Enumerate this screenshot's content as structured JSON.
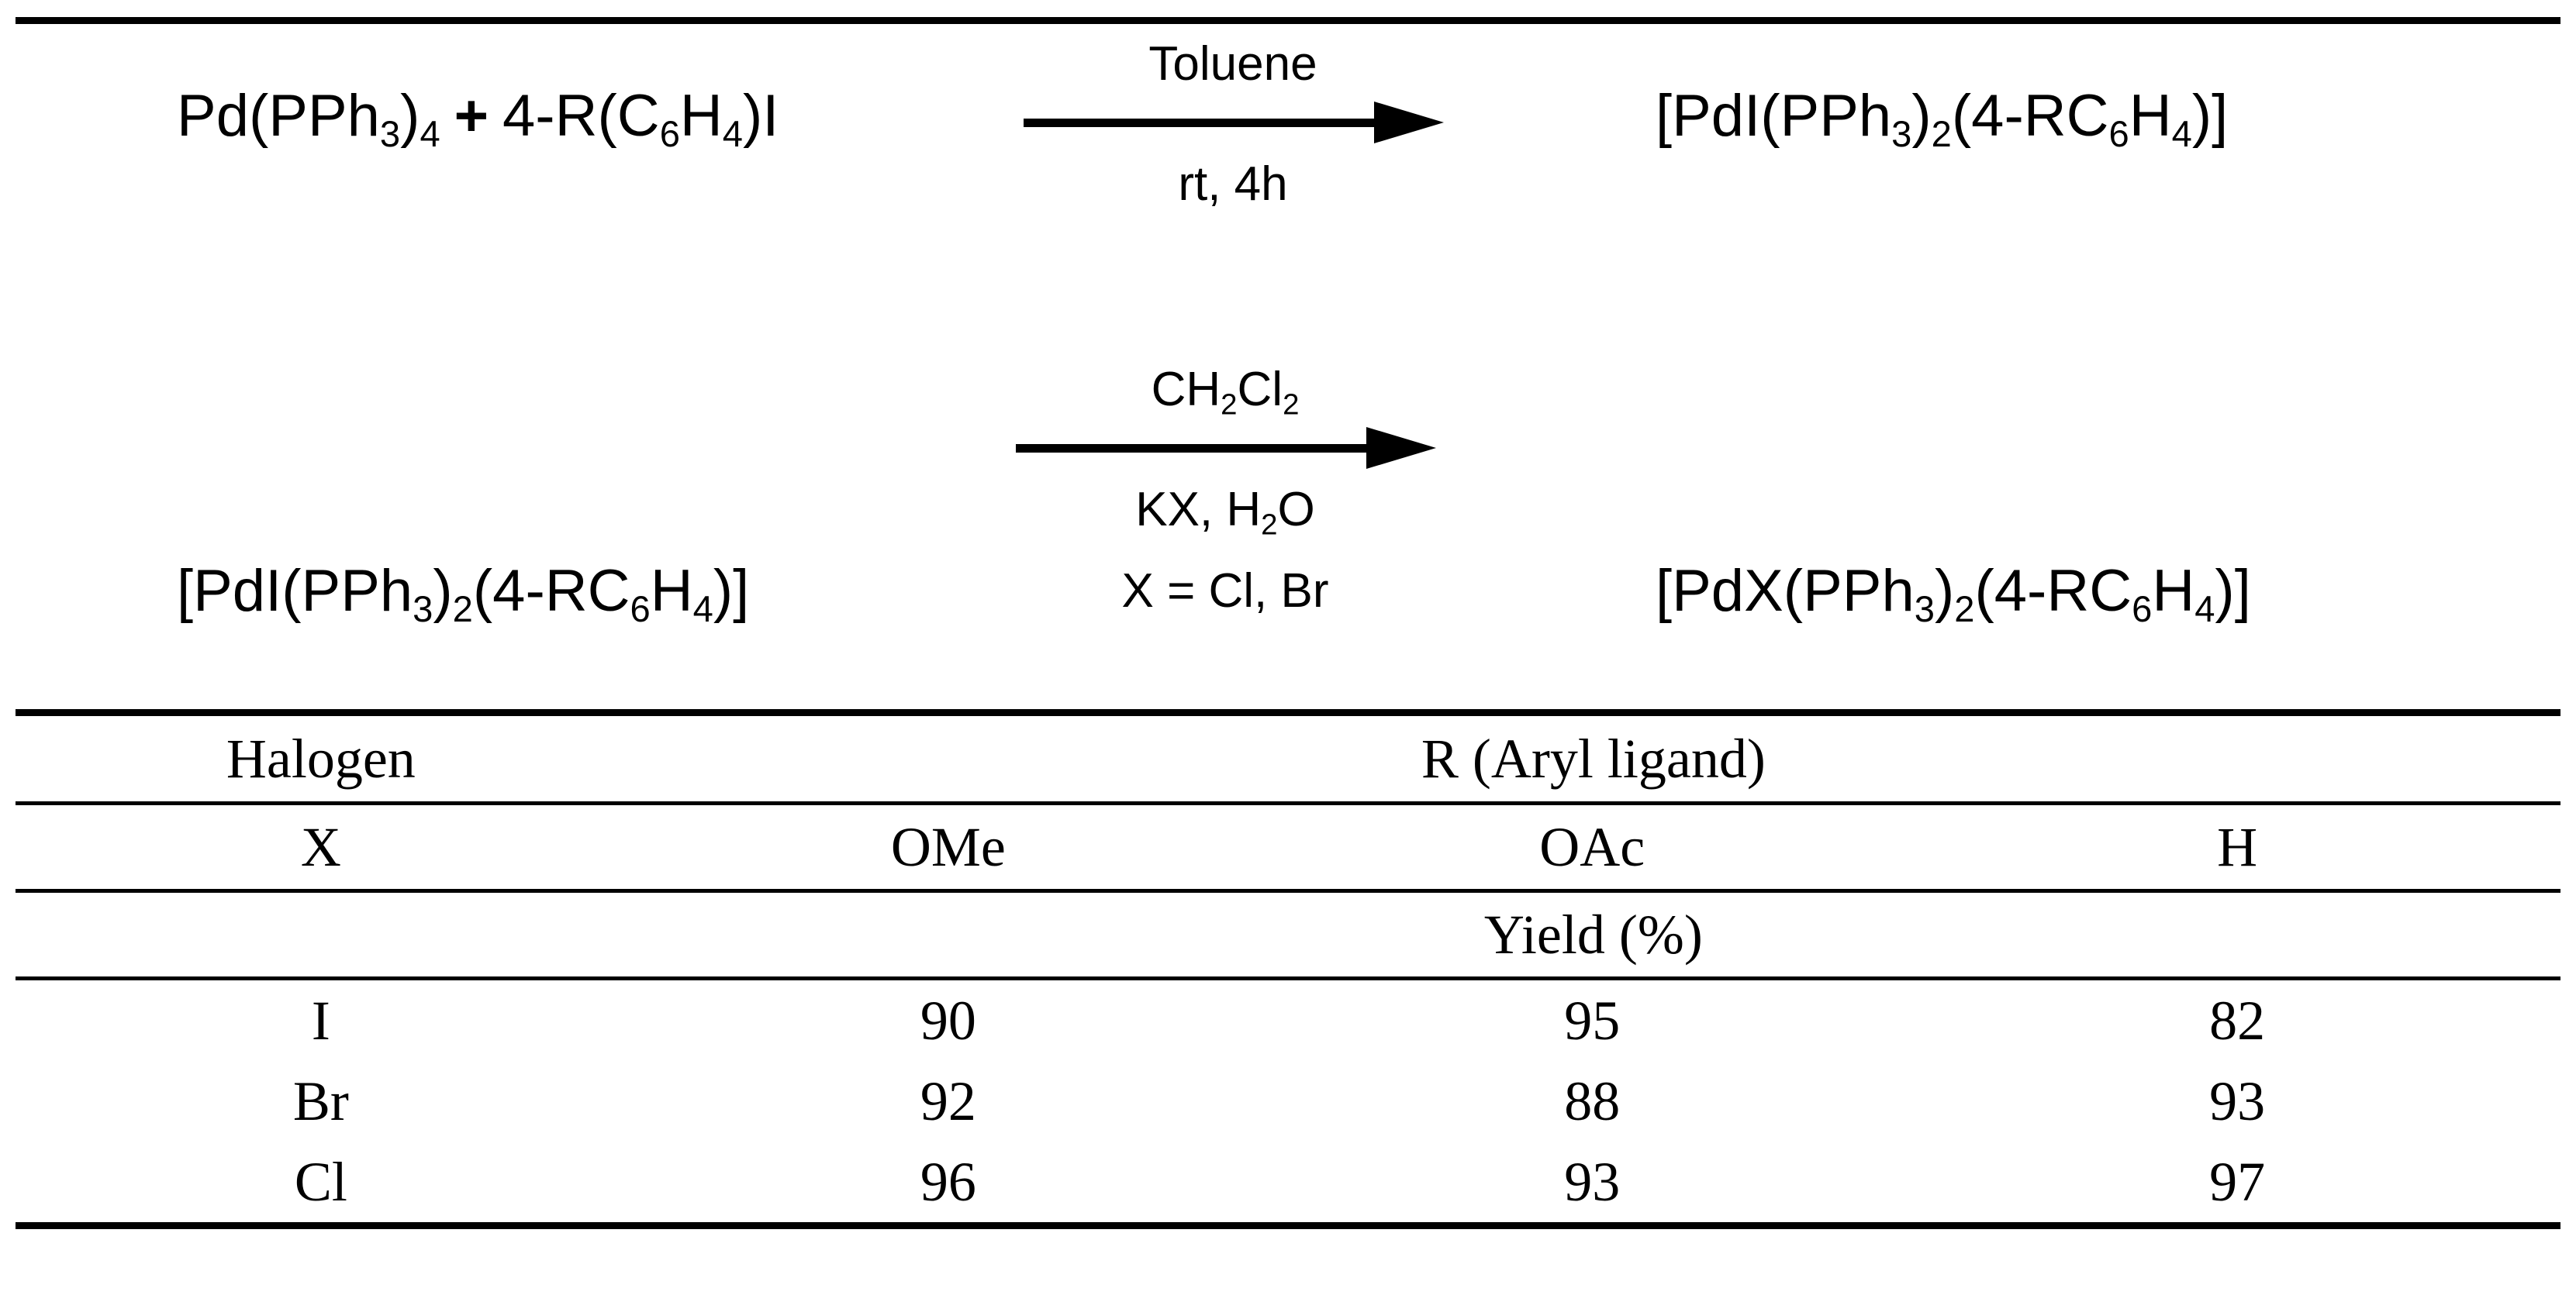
{
  "scheme": {
    "reaction_1": {
      "reactant_a": "Pd(PPh3)4",
      "plus": "+",
      "reactant_b": "4-R(C6H4)I",
      "condition_above": "Toluene",
      "condition_below": "rt, 4h",
      "product": "[PdI(PPh3)2(4-RC6H4)]"
    },
    "reaction_2": {
      "reactant": "[PdI(PPh3)2(4-RC6H4)]",
      "condition_above": "CH2Cl2",
      "condition_below": "KX, H2O",
      "condition_note": "X = Cl, Br",
      "product": "[PdX(PPh3)2(4-RC6H4)]"
    }
  },
  "chart_data": {
    "type": "table",
    "title": "",
    "group_headers": {
      "halogen": "Halogen",
      "aryl": "R (Aryl ligand)"
    },
    "sub_headers": [
      "X",
      "OMe",
      "OAc",
      "H"
    ],
    "unit_row": "Yield (%)",
    "categories": [
      "I",
      "Br",
      "Cl"
    ],
    "series": [
      {
        "name": "OMe",
        "values": [
          90,
          92,
          96
        ]
      },
      {
        "name": "OAc",
        "values": [
          95,
          88,
          93
        ]
      },
      {
        "name": "H",
        "values": [
          82,
          93,
          97
        ]
      }
    ],
    "rows": [
      {
        "x": "I",
        "OMe": "90",
        "OAc": "95",
        "H": "82"
      },
      {
        "x": "Br",
        "OMe": "92",
        "OAc": "88",
        "H": "93"
      },
      {
        "x": "Cl",
        "OMe": "96",
        "OAc": "93",
        "H": "97"
      }
    ]
  },
  "colors": {
    "ink": "#000000",
    "paper": "#ffffff"
  }
}
